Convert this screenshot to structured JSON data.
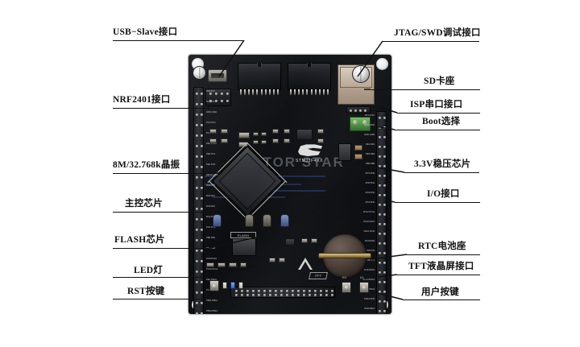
{
  "image": {
    "subject": "STM32F4xx development board photo with annotated callout labels",
    "background_color": "#ffffff",
    "board_color": "#101216"
  },
  "labels_left": [
    {
      "name": "usb-slave",
      "text": "USB−Slave接口"
    },
    {
      "name": "nrf2401",
      "text": "NRF2401接口"
    },
    {
      "name": "crystal",
      "text": "8M/32.768k晶振"
    },
    {
      "name": "mcu",
      "text": "主控芯片"
    },
    {
      "name": "flash",
      "text": "FLASH芯片"
    },
    {
      "name": "led",
      "text": "LED灯"
    },
    {
      "name": "reset",
      "text": "RST按键"
    }
  ],
  "labels_right": [
    {
      "name": "jtag-swd",
      "text": "JTAG/SWD调试接口"
    },
    {
      "name": "sd-socket",
      "text": "SD卡座"
    },
    {
      "name": "isp-uart",
      "text": "ISP串口接口"
    },
    {
      "name": "boot-select",
      "text": "Boot选择"
    },
    {
      "name": "ldo-3v3",
      "text": "3.3V稳压芯片"
    },
    {
      "name": "io-port",
      "text": "I/O接口"
    },
    {
      "name": "rtc-battery",
      "text": "RTC电池座"
    },
    {
      "name": "tft-lcd",
      "text": "TFT液晶屏接口"
    },
    {
      "name": "user-keys",
      "text": "用户按键"
    }
  ],
  "board_silkscreen": {
    "watermark": "VICTOR STAR",
    "mcu_vendor": "ST",
    "mcu_part": "STM32F4XX",
    "flash_label": "FLASH",
    "tft_label": "TFT",
    "key0": "K0",
    "key1": "K1",
    "left_pins": [
      "3V3 3V3",
      "3V3 3V3",
      "GND GND",
      "PC2 PC3",
      "PC4 PC5",
      "PE4 PC13",
      "PE5 PC1",
      "PE2 PC0",
      "LED1 LED0",
      "PA6 PA5",
      "PA2 PA3",
      "PA4 PA0",
      "PA1 PA7",
      "PC1 PC9",
      "PB0 PB1",
      "PC7 PE8",
      "PC8 PC10",
      "PC11 PC12",
      "PE1 PE14",
      "PC10 PB10",
      "PB11 PB12",
      "PB13 PB14"
    ],
    "right_pins": [
      "RTC RTC",
      "GND GND",
      "GND GND",
      "PE1 PE3",
      "PE6 PE5",
      "PB9 PB8",
      "PD7 PD6",
      "PD5 PD4",
      "PD3 PD2",
      "PD1 PD0",
      "PC12 PC11",
      "PC10 PA15",
      "PA12 PA11",
      "PA10 PA9",
      "PA8 PC9",
      "PC8 PC7",
      "PC6 PD15",
      "PD14 PD13",
      "PD12 PD11",
      "PD10 PD9",
      "PD8 PB15",
      "PB14 PB13"
    ]
  }
}
